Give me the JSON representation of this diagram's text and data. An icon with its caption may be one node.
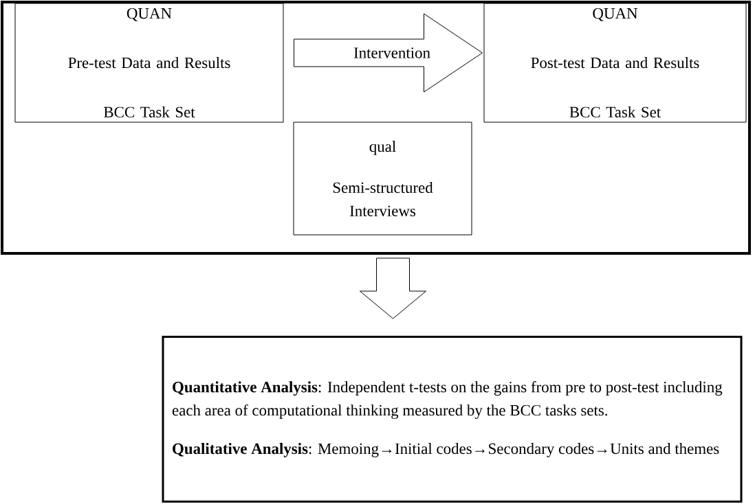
{
  "diagram": {
    "nodes": [
      {
        "text": [],
        "shape": "box"
      },
      {
        "text": [
          "QUAN",
          "Pre-test Data and Results",
          "BCC Task Set"
        ],
        "in": 0
      },
      {
        "text": [
          "qual",
          "Semi-structured Interviews"
        ],
        "in": 0
      },
      {
        "text": [
          "QUAN",
          "Post-test Data and Results",
          "BCC Task Set"
        ],
        "in": 0
      },
      {
        "text": [
          "**Quantitative Analysis**: Independent t-tests on the gains from pre to post-test including each area of computational thinking measured by the BCC tasks sets.",
          "**Qualitative Analysis**: Memoing→Initial codes→Secondary codes→Units and themes"
        ]
      }
    ],
    "edges": [
      {
        "from": 1,
        "to": 3,
        "arrow": "to",
        "label": "Intervention"
      },
      {
        "from": 0,
        "to": 4,
        "arrow": "to"
      }
    ]
  }
}
